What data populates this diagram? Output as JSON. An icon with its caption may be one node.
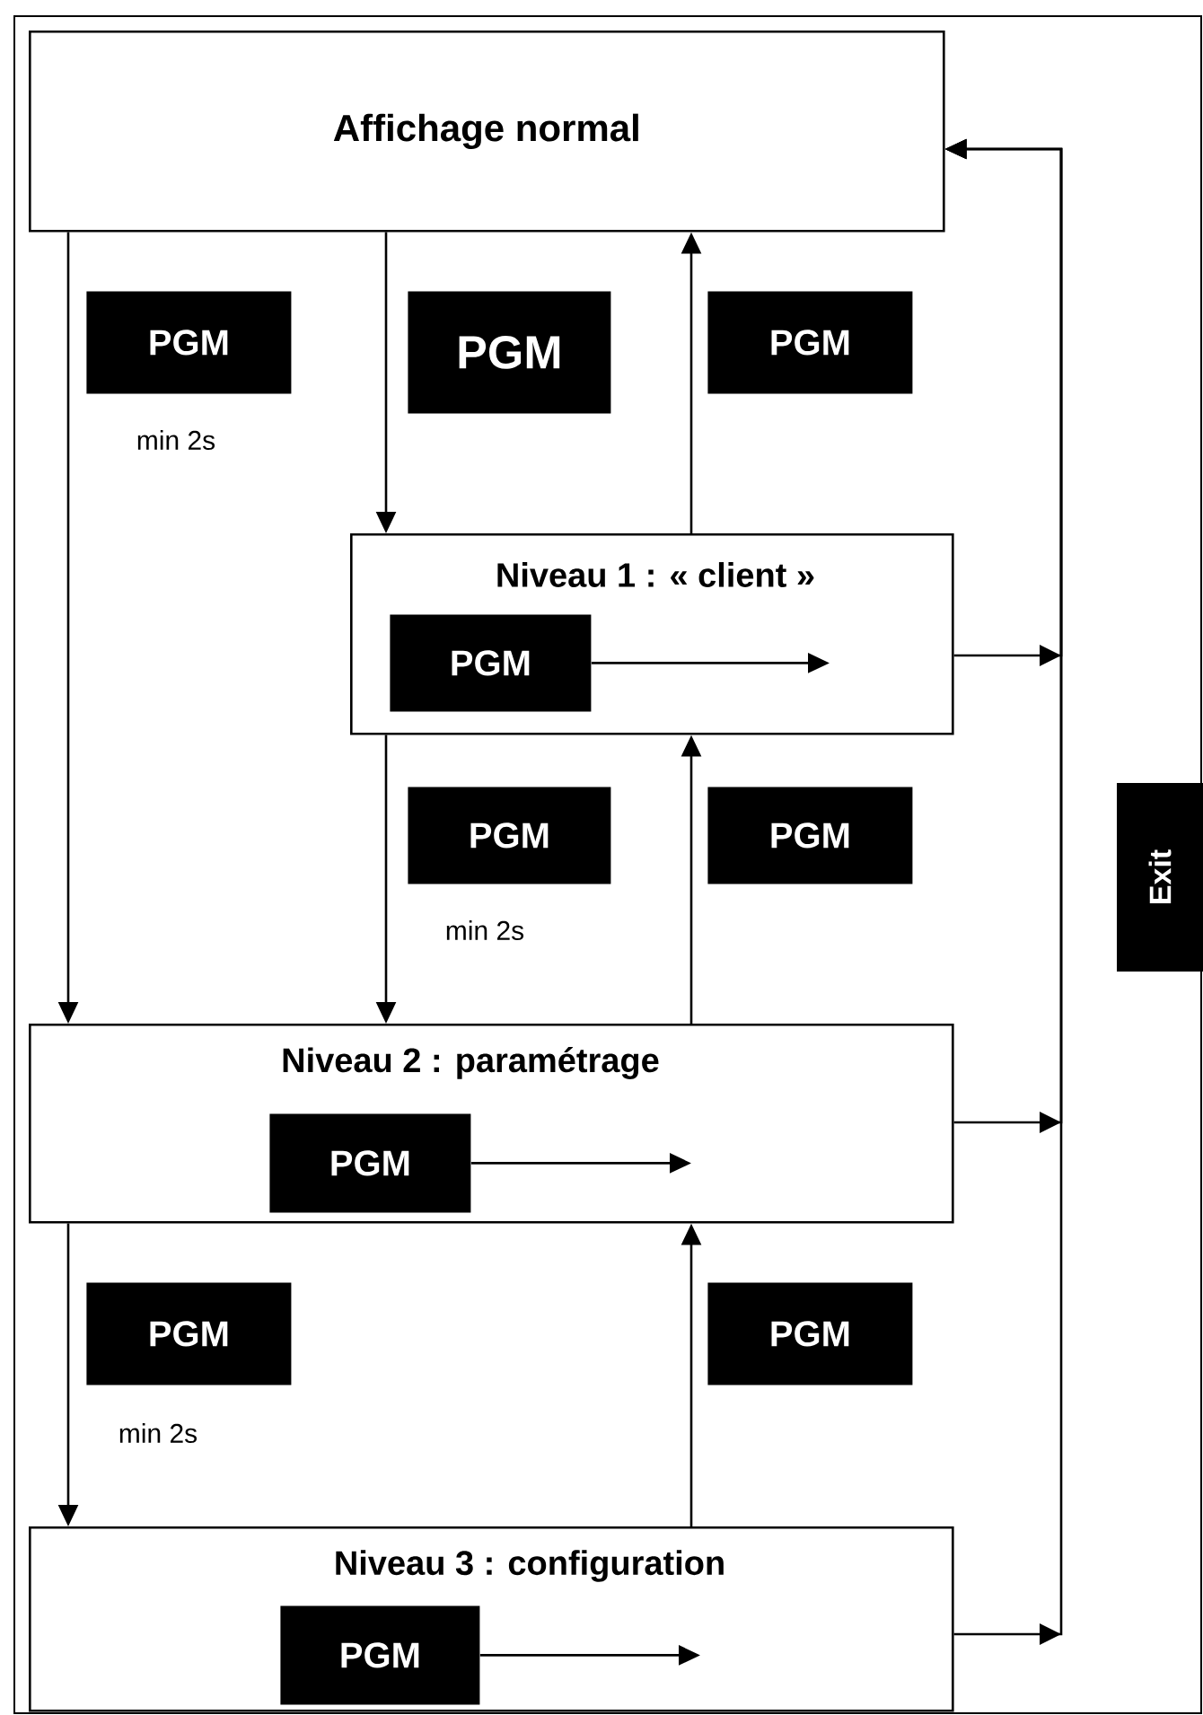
{
  "diagram": {
    "nodes": [
      {
        "text": [
          "Affichage normal"
        ]
      },
      {
        "text": [
          "PGM"
        ],
        "beside": [
          "min 2s"
        ]
      },
      {
        "text": [
          "PGM"
        ]
      },
      {
        "text": [
          "PGM"
        ]
      },
      {
        "text": [
          "Niveau 1 : « client »"
        ]
      },
      {
        "text": [
          "PGM"
        ],
        "in": 4
      },
      {
        "text": [
          "PGM"
        ],
        "beside": [
          "min 2s"
        ]
      },
      {
        "text": [
          "PGM"
        ]
      },
      {
        "text": [
          "Exit"
        ]
      },
      {
        "text": [
          "Niveau 2 : paramétrage"
        ]
      },
      {
        "text": [
          "PGM"
        ],
        "in": 9
      },
      {
        "text": [
          "PGM"
        ],
        "beside": [
          "min 2s"
        ]
      },
      {
        "text": [
          "PGM"
        ]
      },
      {
        "text": [
          "Niveau 3 : configuration"
        ]
      },
      {
        "text": [
          "PGM"
        ],
        "in": 13
      }
    ],
    "edges": [
      {
        "from": 0,
        "to": 9,
        "arrow": "to"
      },
      {
        "from": 0,
        "to": 4,
        "arrow": "to"
      },
      {
        "from": 4,
        "to": 0,
        "arrow": "to"
      },
      {
        "from": 4,
        "to": 9,
        "arrow": "to"
      },
      {
        "from": 9,
        "to": 4,
        "arrow": "to"
      },
      {
        "from": 9,
        "to": 13,
        "arrow": "to"
      },
      {
        "from": 13,
        "to": 9,
        "arrow": "to"
      },
      {
        "from": 4,
        "to": 0,
        "arrow": "to"
      },
      {
        "from": 9,
        "to": 0,
        "arrow": "to"
      },
      {
        "from": 13,
        "to": 0,
        "arrow": "to"
      },
      {
        "from": 5,
        "to": null,
        "arrow": "to"
      },
      {
        "from": 10,
        "to": null,
        "arrow": "to"
      },
      {
        "from": 14,
        "to": null,
        "arrow": "to"
      }
    ]
  }
}
